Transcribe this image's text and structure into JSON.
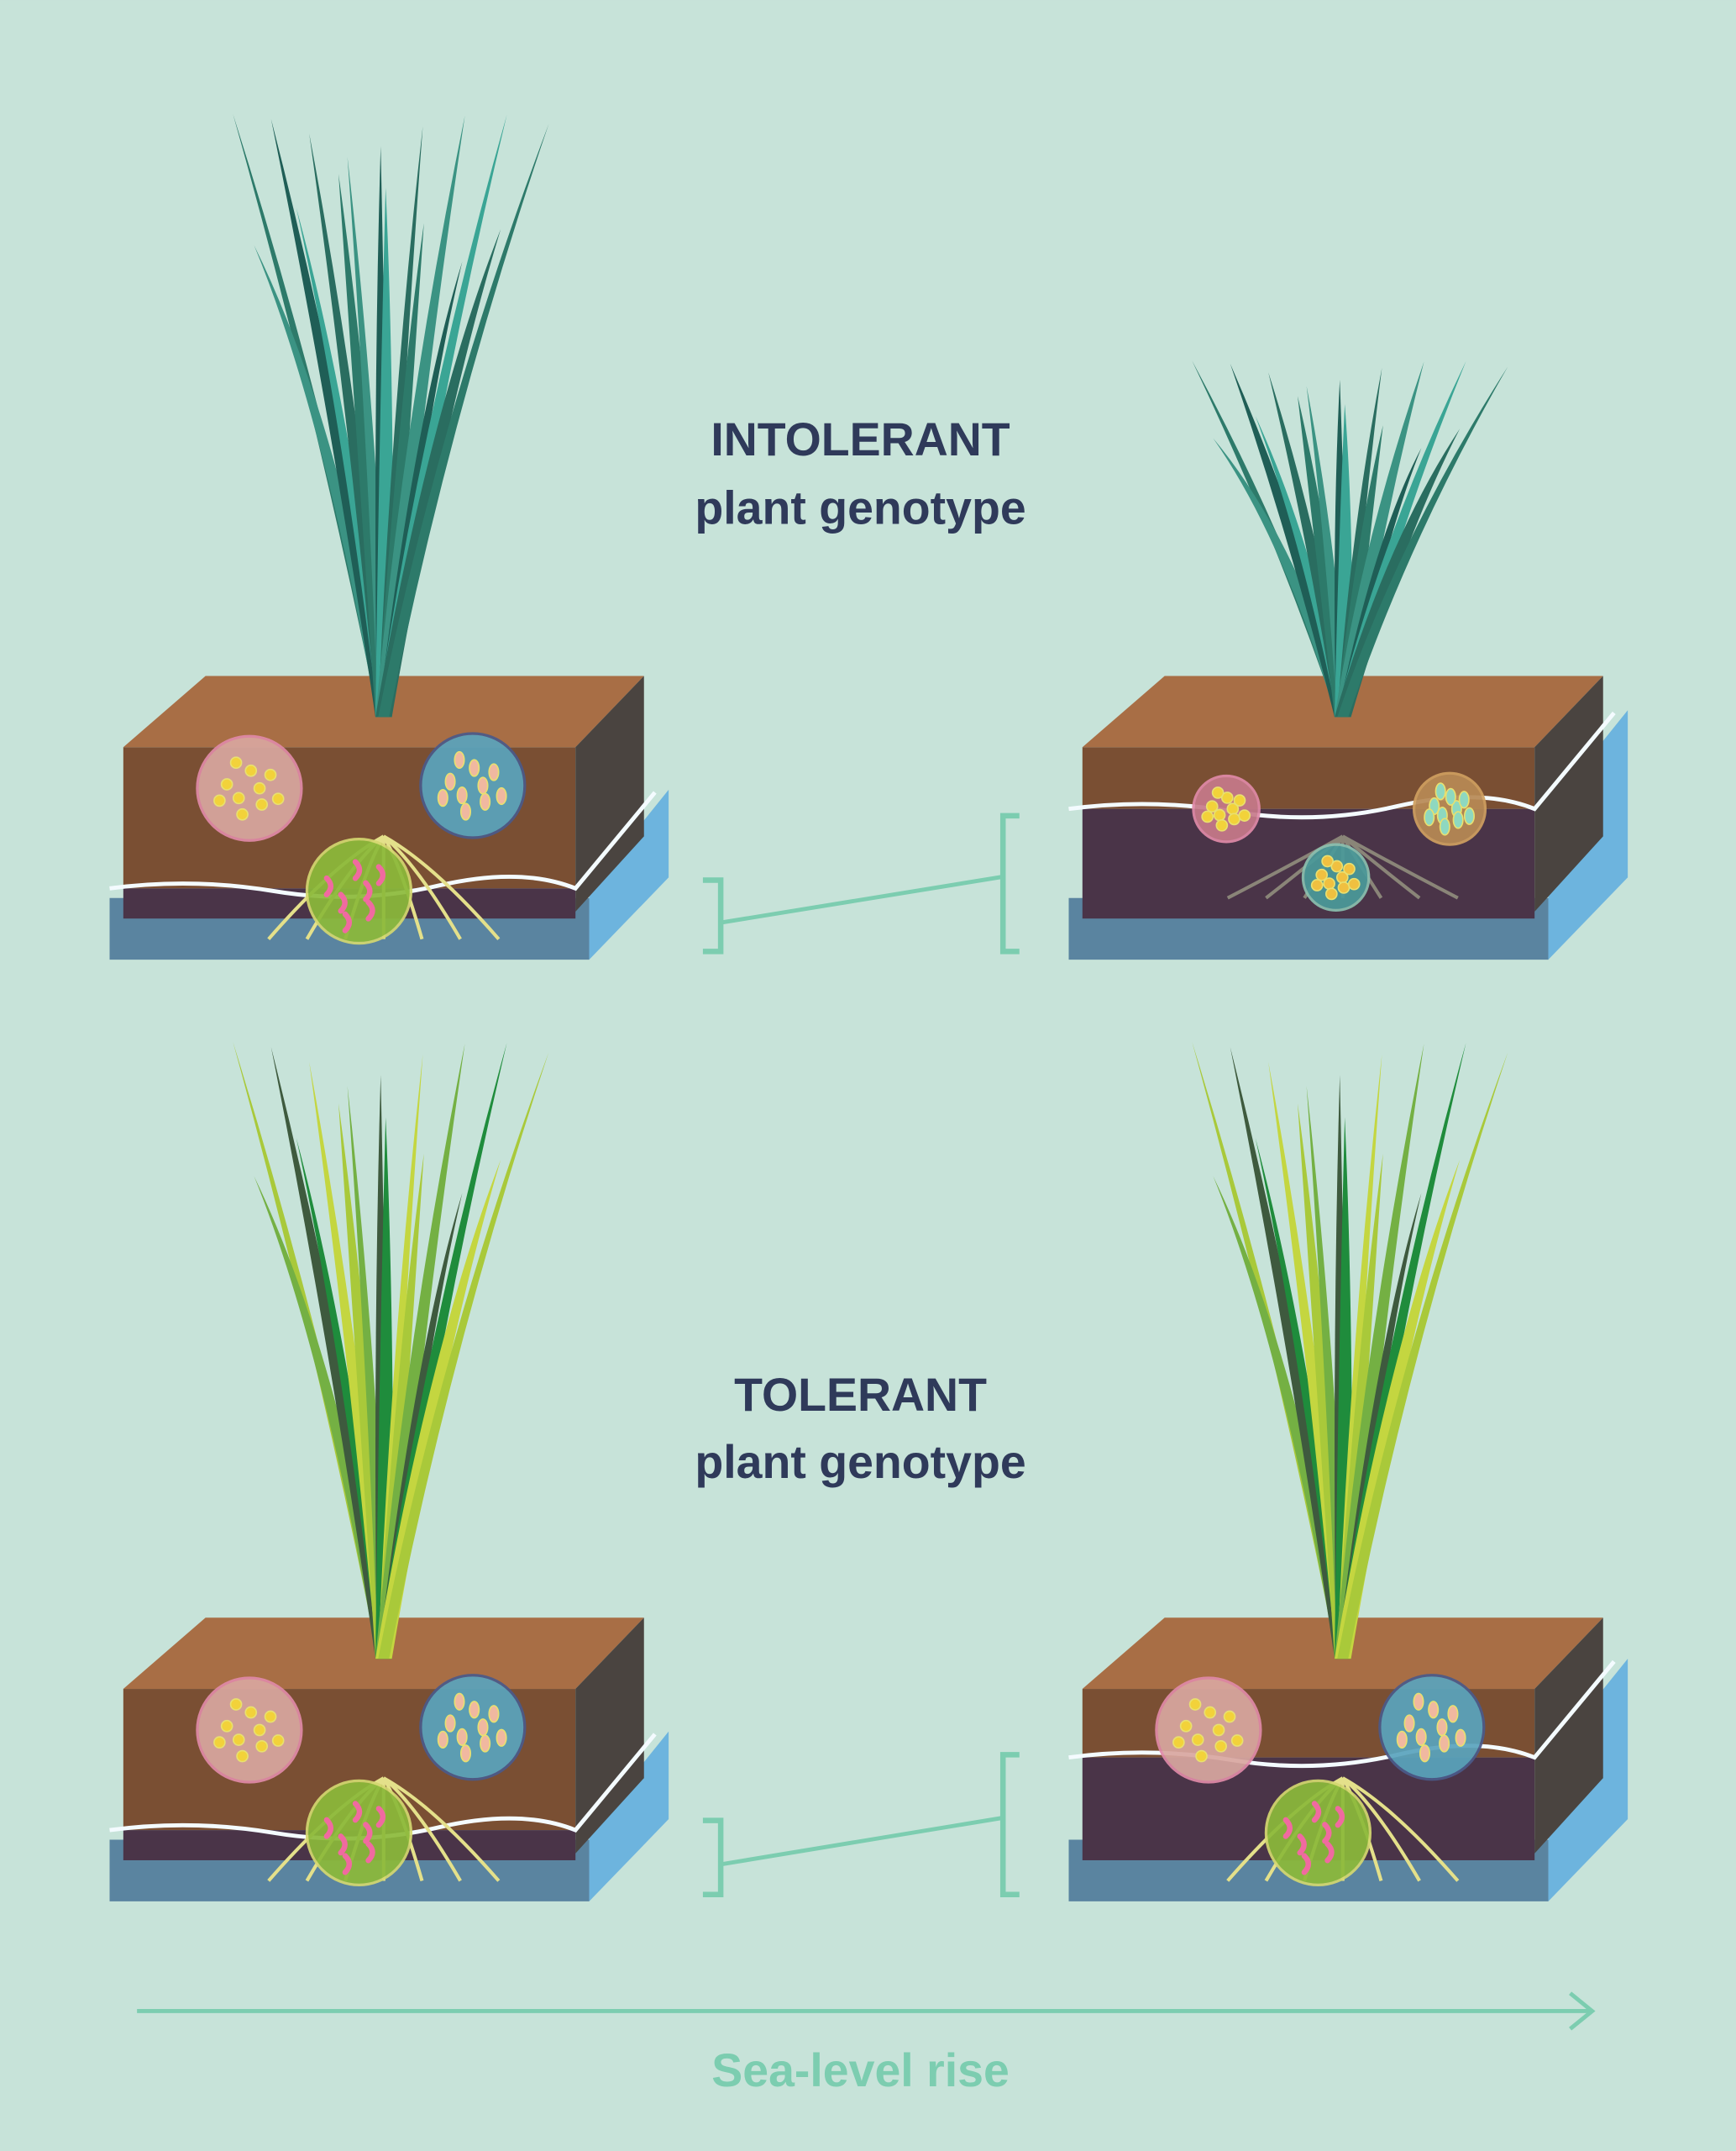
{
  "panels": {
    "intolerant": {
      "line1": "INTOLERANT",
      "line2": "plant genotype"
    },
    "tolerant": {
      "line1": "TOLERANT",
      "line2": "plant genotype"
    }
  },
  "axis": {
    "label": "Sea-level rise"
  },
  "colors": {
    "background": "#c7e3d9",
    "title": "#2f3a5a",
    "accent": "#7ccdb0",
    "soil_top": "#a86e45",
    "soil_front": "#7a4f33",
    "soil_side": "#4a4440",
    "anoxic": "#4a3448",
    "water": "#5a84a0",
    "water_light": "#6db4de",
    "intolerant_leaves": [
      "#2d7a6a",
      "#3b9383",
      "#1f5e56",
      "#3aa595",
      "#2a6d60"
    ],
    "tolerant_leaves": [
      "#a9c93a",
      "#74b043",
      "#3e5a3e",
      "#1f8c3c",
      "#c4d640"
    ]
  }
}
